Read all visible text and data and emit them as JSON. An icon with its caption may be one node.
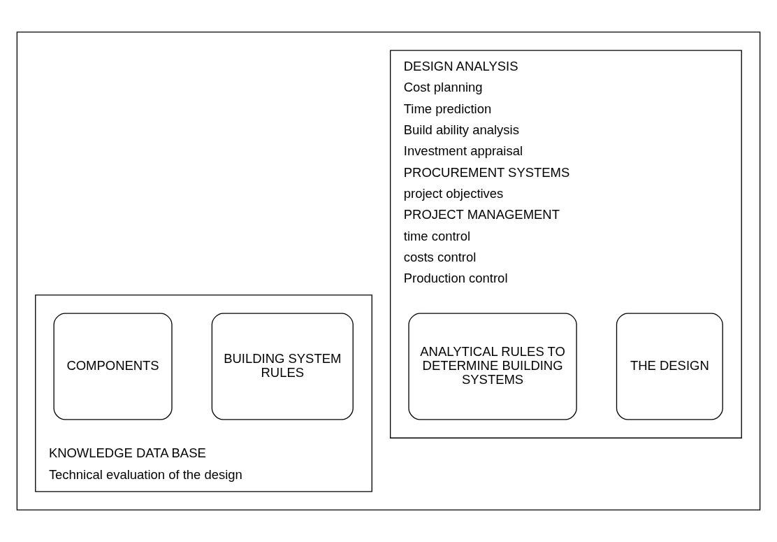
{
  "diagram": {
    "nodes": [
      {
        "text": [],
        "shape": "box"
      },
      {
        "text": [
          "DESIGN ANALYSIS",
          "Cost planning",
          "Time prediction",
          "Build ability analysis",
          "Investment appraisal",
          "PROCUREMENT SYSTEMS",
          "project objectives",
          "PROJECT MANAGEMENT",
          "time control",
          "costs control",
          "Production control"
        ],
        "in": 0
      },
      {
        "text": [
          "THE DESIGN"
        ],
        "in": 1
      },
      {
        "text": [
          "ANALYTICAL RULES TO DETERMINE BUILDING SYSTEMS"
        ],
        "in": 1
      },
      {
        "text": [
          "KNOWLEDGE DATA BASE",
          "Technical evaluation of the design"
        ],
        "in": 0
      },
      {
        "text": [
          "BUILDING SYSTEM RULES"
        ],
        "in": 4
      },
      {
        "text": [
          "COMPONENTS"
        ],
        "in": 4
      }
    ]
  }
}
